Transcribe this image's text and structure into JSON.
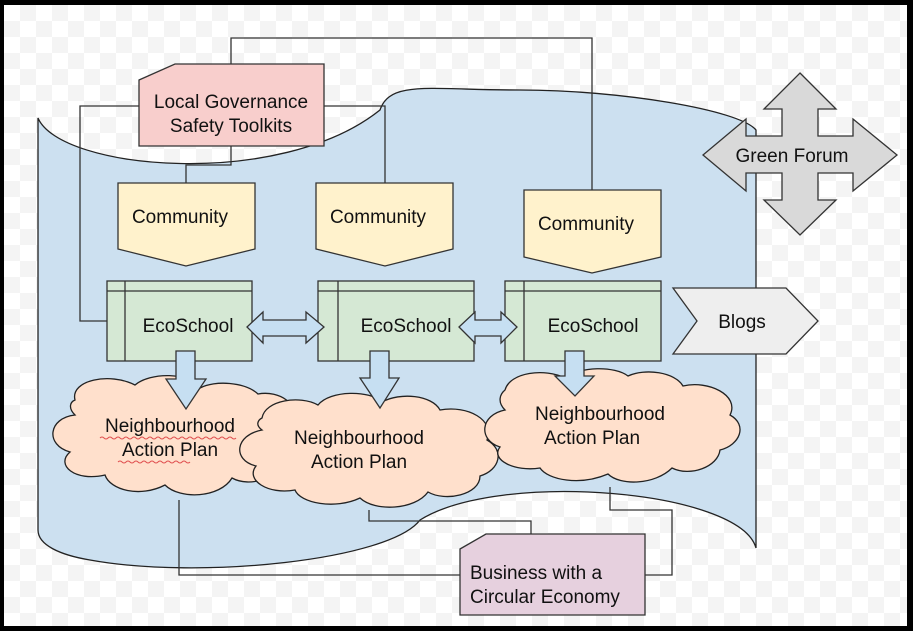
{
  "diagram": {
    "governance": {
      "line1": "Local Governance",
      "line2": "Safety Toolkits",
      "color": "#f8cecc"
    },
    "green_forum": {
      "label": "Green Forum",
      "color": "#d9d9d9"
    },
    "communities": [
      {
        "label": "Community"
      },
      {
        "label": "Community"
      },
      {
        "label": "Community"
      }
    ],
    "ecoschools": [
      {
        "label": "EcoSchool"
      },
      {
        "label": "EcoSchool"
      },
      {
        "label": "EcoSchool"
      }
    ],
    "blogs": {
      "label": "Blogs"
    },
    "action_plans": [
      {
        "line1": "Neighbourhood",
        "line2": "Action Plan"
      },
      {
        "line1": "Neighbourhood",
        "line2": "Action Plan"
      },
      {
        "line1": "Neighbourhood",
        "line2": "Action Plan"
      }
    ],
    "business": {
      "line1": "Business with a",
      "line2": "Circular Economy",
      "color": "#e6d0de"
    },
    "colors": {
      "tape": "#cce0f0",
      "community": "#fff2cc",
      "ecoschool": "#d5e8d4",
      "cloud": "#ffe0cc",
      "blogs": "#eeeeee",
      "arrow": "#c6dff2"
    }
  }
}
